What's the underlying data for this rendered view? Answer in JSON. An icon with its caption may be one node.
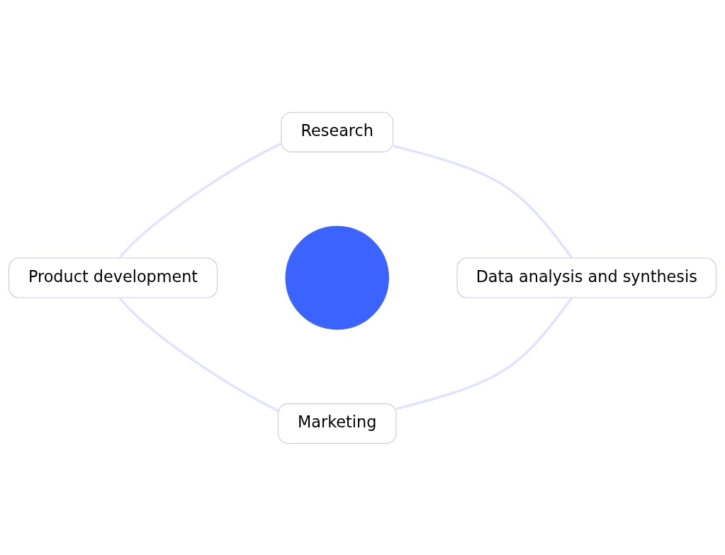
{
  "diagram": {
    "nodes": [
      {
        "text": [
          "Research"
        ]
      },
      {
        "text": [
          "Product development"
        ]
      },
      {
        "text": [],
        "shape": "circle"
      },
      {
        "text": [
          "Data analysis and synthesis"
        ]
      },
      {
        "text": [
          "Marketing"
        ]
      }
    ],
    "edges": [
      {
        "from": 0,
        "to": 3,
        "arrow": "none"
      },
      {
        "from": 3,
        "to": 4,
        "arrow": "none"
      },
      {
        "from": 4,
        "to": 1,
        "arrow": "none"
      },
      {
        "from": 1,
        "to": 0,
        "arrow": "none"
      }
    ]
  }
}
